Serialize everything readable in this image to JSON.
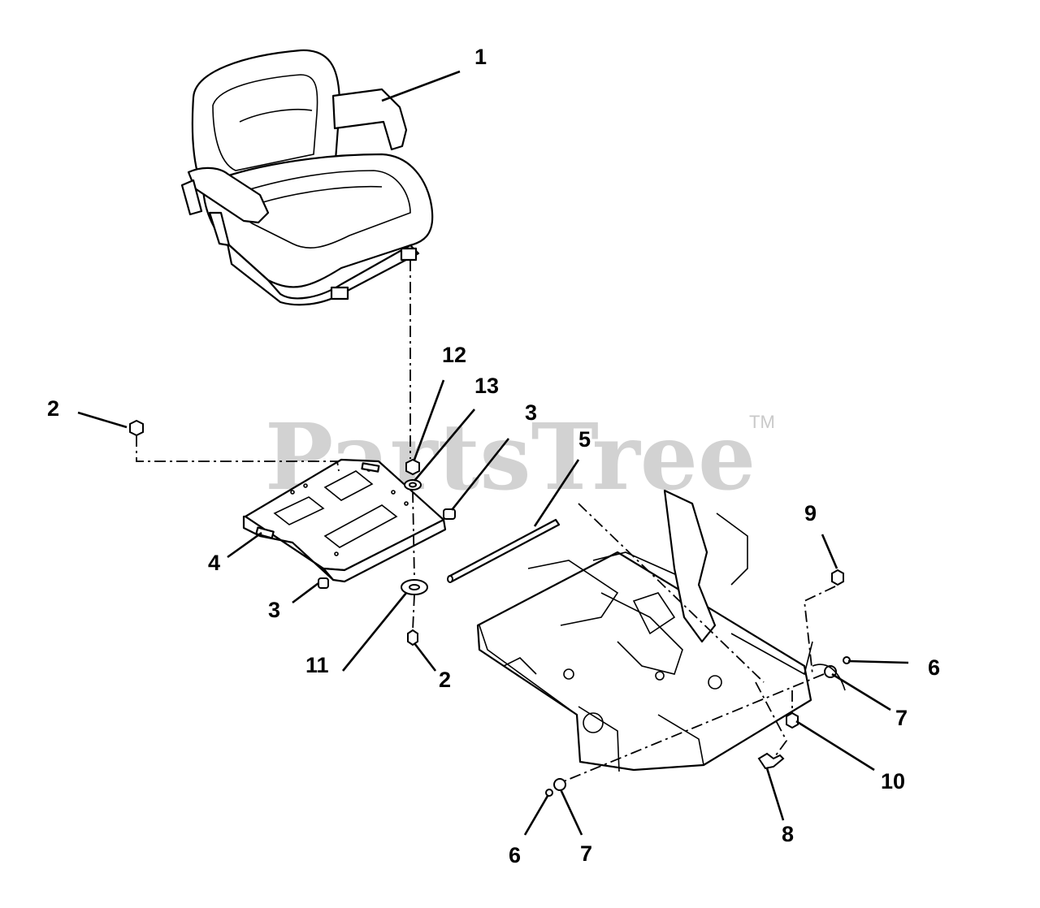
{
  "watermark": {
    "text": "PartsTree",
    "trademark": "TM"
  },
  "callouts": [
    {
      "id": "c1",
      "label": "1"
    },
    {
      "id": "c12",
      "label": "12"
    },
    {
      "id": "c13",
      "label": "13"
    },
    {
      "id": "c2a",
      "label": "2"
    },
    {
      "id": "c3a",
      "label": "3"
    },
    {
      "id": "c5",
      "label": "5"
    },
    {
      "id": "c9",
      "label": "9"
    },
    {
      "id": "c4",
      "label": "4"
    },
    {
      "id": "c3b",
      "label": "3"
    },
    {
      "id": "c6a",
      "label": "6"
    },
    {
      "id": "c11",
      "label": "11"
    },
    {
      "id": "c2b",
      "label": "2"
    },
    {
      "id": "c7a",
      "label": "7"
    },
    {
      "id": "c10",
      "label": "10"
    },
    {
      "id": "c8",
      "label": "8"
    },
    {
      "id": "c6b",
      "label": "6"
    },
    {
      "id": "c7b",
      "label": "7"
    }
  ]
}
